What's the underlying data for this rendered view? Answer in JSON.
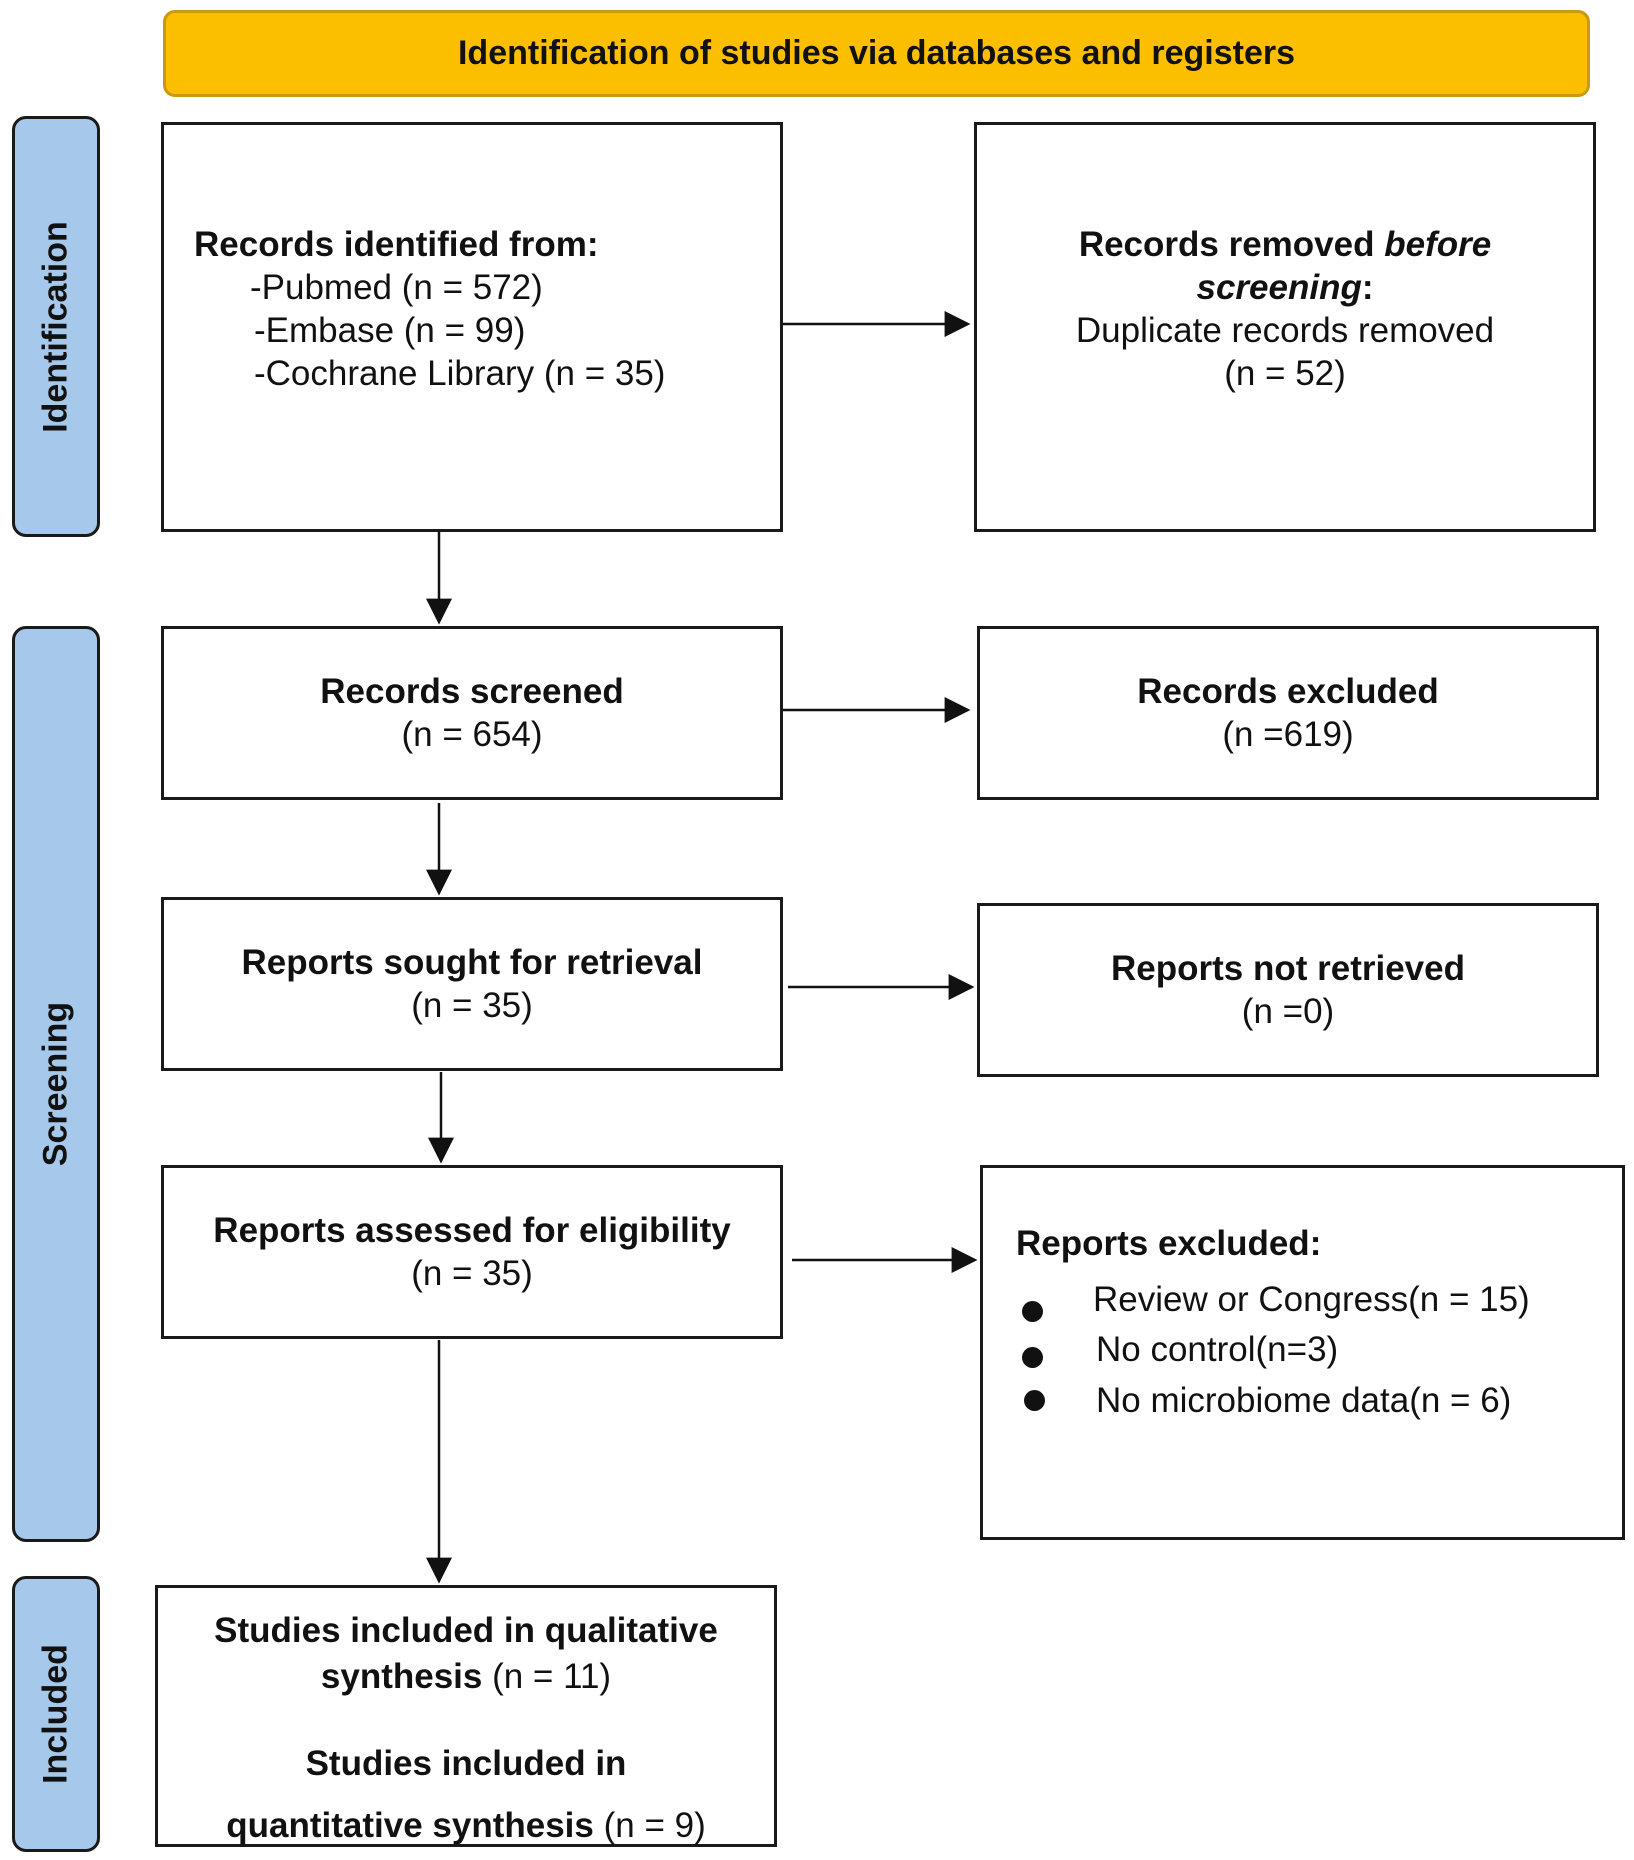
{
  "header": {
    "title": "Identification of studies via databases and registers"
  },
  "phases": {
    "identification": "Identification",
    "screening": "Screening",
    "included": "Included"
  },
  "identified": {
    "title": "Records identified from:",
    "sources": [
      "-Pubmed (n = 572)",
      "-Embase (n = 99)",
      "-Cochrane Library (n = 35)"
    ]
  },
  "removed": {
    "title_part1": "Records removed ",
    "title_italic": "before screening",
    "title_colon": ":",
    "line1": "Duplicate records removed",
    "line2": "(n = 52)"
  },
  "screened": {
    "title": "Records screened",
    "count": "(n = 654)"
  },
  "excluded": {
    "title": "Records excluded",
    "count": "(n =619)"
  },
  "sought": {
    "title": "Reports sought for retrieval",
    "count": "(n = 35)"
  },
  "not_retrieved": {
    "title": "Reports not retrieved",
    "count": "(n =0)"
  },
  "assessed": {
    "title": "Reports assessed for eligibility",
    "count": "(n = 35)"
  },
  "reports_excluded": {
    "title": "Reports excluded:",
    "reasons": [
      "Review or Congress(n = 15)",
      "No control(n=3)",
      "No microbiome data(n = 6)"
    ]
  },
  "included": {
    "qual_line1": "Studies included in qualitative",
    "qual_line2_bold": "synthesis",
    "qual_count": " (n = 11)",
    "quant_line1": "Studies included in",
    "quant_line2_bold": "quantitative synthesis",
    "quant_count": " (n = 9)"
  },
  "colors": {
    "header_fill": "#fbbf00",
    "phase_fill": "#a6c8ea",
    "stroke": "#1a1a1a"
  }
}
